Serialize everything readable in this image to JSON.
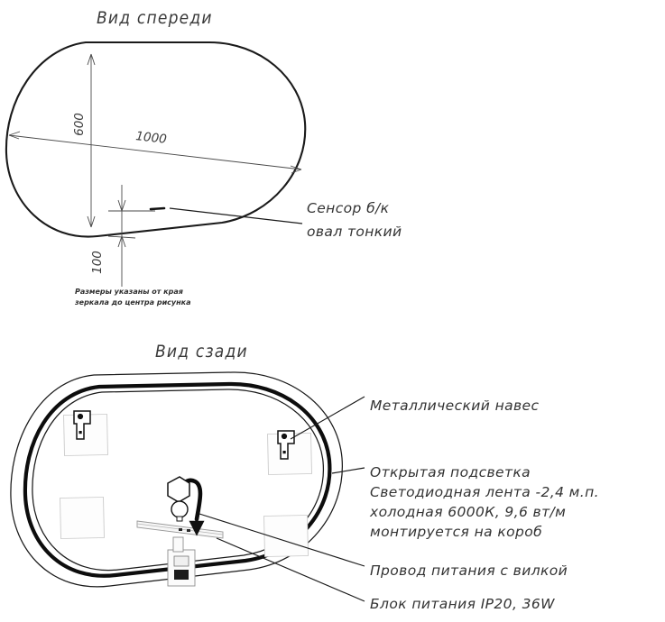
{
  "document": {
    "kind": "technical-drawing",
    "background_color": "#ffffff",
    "line_color": "#1a1a1a"
  },
  "front_view": {
    "title": "Вид спереди",
    "dimensions": {
      "width_label": "1000",
      "height_label": "600",
      "sensor_offset_label": "100"
    },
    "sensor_label_line1": "Сенсор б/к",
    "sensor_label_line2": "овал тонкий",
    "note_line1": "Размеры указаны от края",
    "note_line2": "зеркала до центра рисунка"
  },
  "rear_view": {
    "title": "Вид сзади",
    "labels": {
      "bracket": "Металлический навес",
      "backlight_line1": "Открытая подсветка",
      "backlight_line2": "Светодиодная лента -2,4 м.п.",
      "backlight_line3": "холодная 6000К, 9,6 вт/м",
      "backlight_line4": "монтируется на короб",
      "power_cord": "Провод питания с вилкой",
      "power_unit": "Блок питания IP20, 36W"
    }
  }
}
